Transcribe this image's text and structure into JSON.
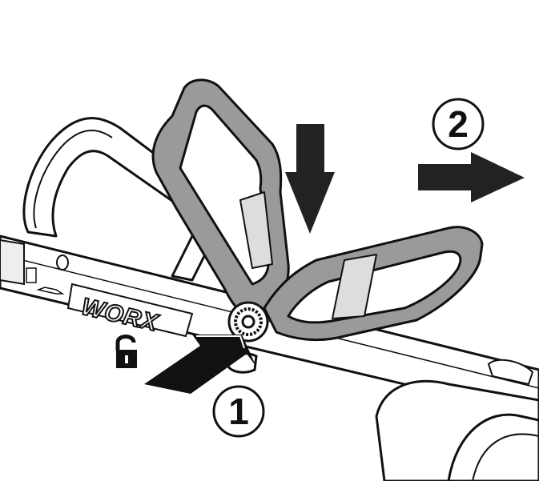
{
  "illustration": {
    "brand_text": "WORX",
    "steps": [
      {
        "number": "1",
        "action": "press-release-button"
      },
      {
        "number": "2",
        "action": "push-handle-forward"
      }
    ],
    "icons": [
      "unlock-icon",
      "arrow-down-icon",
      "arrow-right-icon",
      "arrow-press-icon"
    ],
    "colors": {
      "handle_grip": "#9a9a9a",
      "ink": "#111111",
      "body": "#ffffff"
    }
  }
}
